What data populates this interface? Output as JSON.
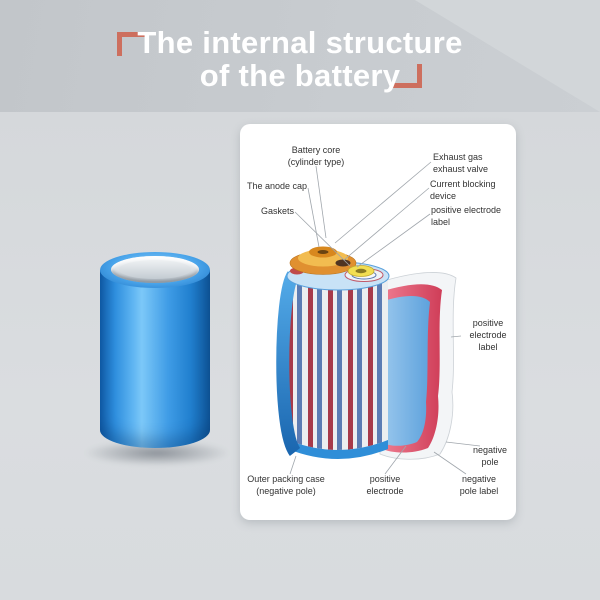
{
  "title": {
    "line1": "The internal structure",
    "line2": "of the battery"
  },
  "colors": {
    "bracket_accent": "#cd6f5e",
    "battery_blue": "#2f8fde",
    "panel_background": "#ffffff",
    "label_text": "#333333",
    "stripe_red": "#a83a4a",
    "stripe_blue": "#5c7cb4",
    "cap_orange": "#e09030",
    "gasket_yellow": "#f2de52",
    "sheet_pink": "#cf3d58",
    "sheet_blue": "#7fb8e8"
  },
  "panel": {
    "labels": {
      "battery_core": {
        "line1": "Battery core",
        "line2": "(cylinder type)"
      },
      "anode_cap": {
        "line1": "The anode cap"
      },
      "gaskets": {
        "line1": "Gaskets"
      },
      "exhaust_valve": {
        "line1": "Exhaust gas",
        "line2": "exhaust valve"
      },
      "current_blocking": {
        "line1": "Current blocking",
        "line2": "device"
      },
      "positive_electrode_label_top": {
        "line1": "positive electrode",
        "line2": "label"
      },
      "positive_electrode_label_right": {
        "line1": "positive",
        "line2": "electrode",
        "line3": "label"
      },
      "negative_pole": {
        "line1": "negative",
        "line2": "pole"
      },
      "negative_pole_label": {
        "line1": "negative",
        "line2": "pole label"
      },
      "positive_electrode": {
        "line1": "positive",
        "line2": "electrode"
      },
      "outer_packing_case": {
        "line1": "Outer packing case",
        "line2": "(negative pole)"
      }
    }
  }
}
